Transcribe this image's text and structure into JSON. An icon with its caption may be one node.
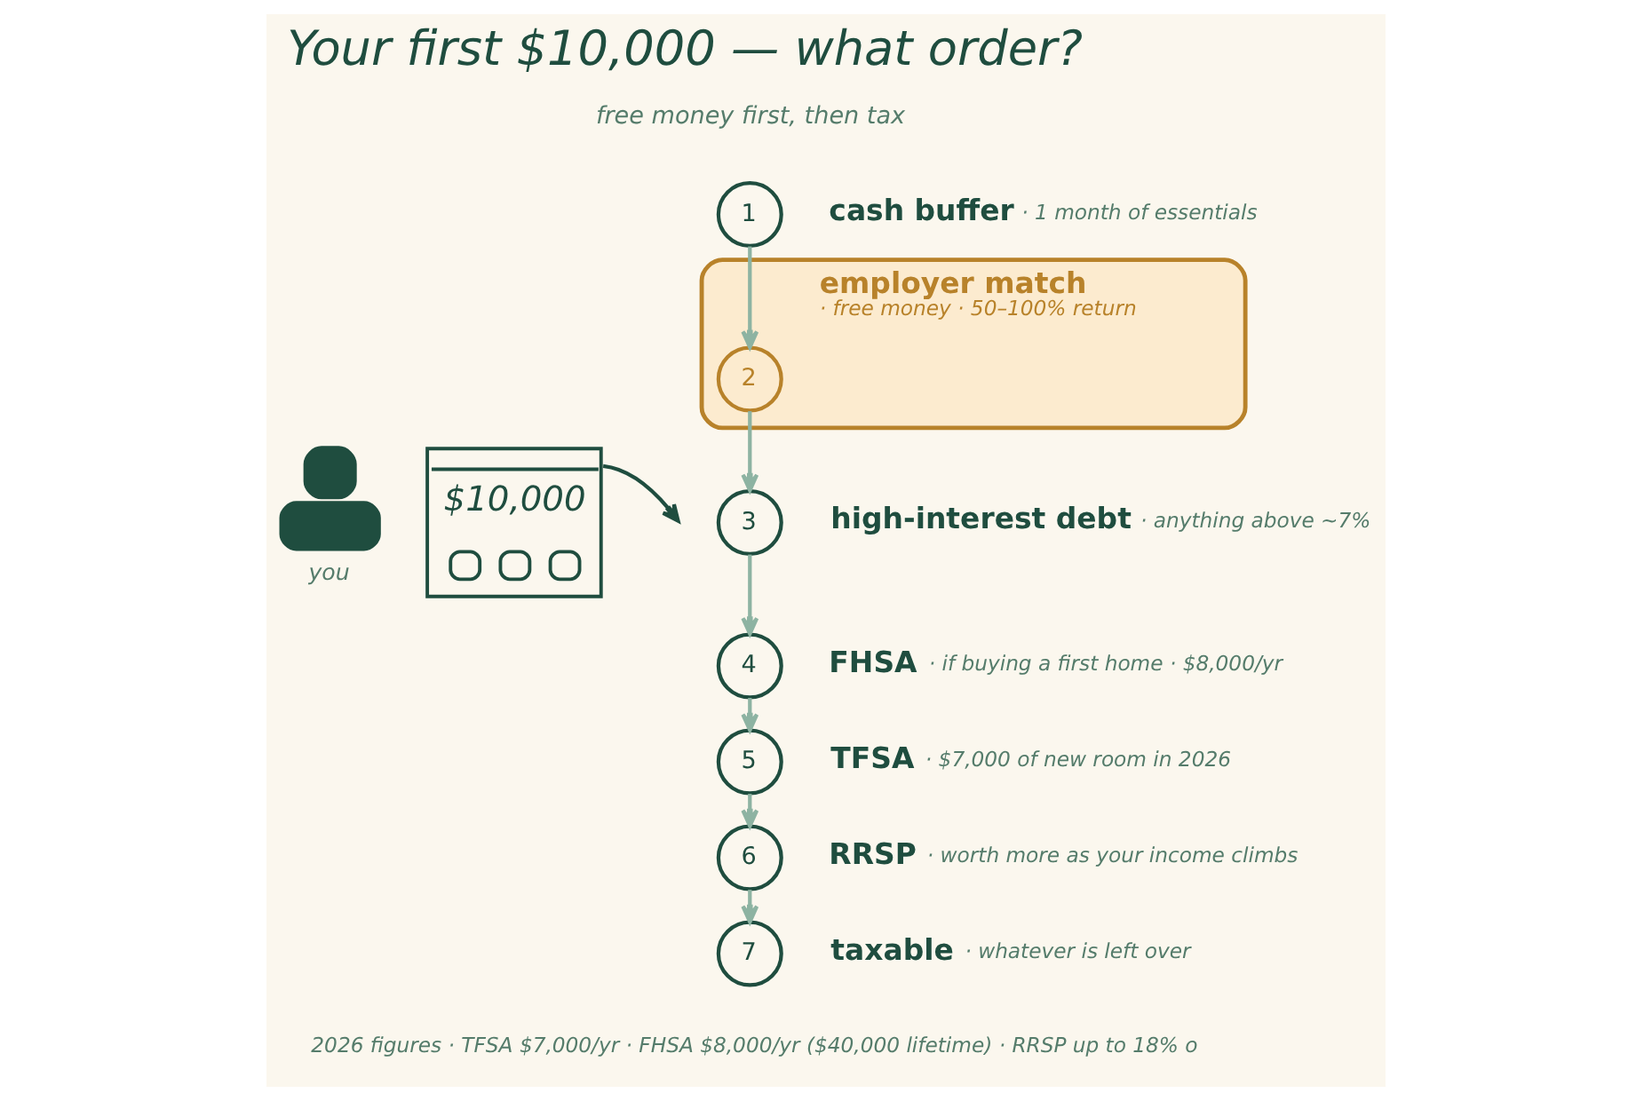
{
  "diagram": {
    "title": "Your first $10,000 — what order?",
    "nodes": [
      {
        "text": [],
        "shape": "person",
        "beside": [
          "you"
        ]
      },
      {
        "text": [
          "$10,000"
        ]
      },
      {
        "text": [
          "1"
        ],
        "beside": [
          "cash buffer",
          "· 1 month of essentials"
        ]
      },
      {
        "text": [
          "employer match",
          "· free money · 50–100% return"
        ]
      },
      {
        "text": [
          "2"
        ],
        "in": 3
      },
      {
        "text": [
          "3"
        ],
        "beside": [
          "high-interest debt",
          "· anything above ~7%"
        ]
      },
      {
        "text": [
          "4"
        ],
        "beside": [
          "FHSA",
          "· if buying a first home · $8,000/yr"
        ]
      },
      {
        "text": [
          "5"
        ],
        "beside": [
          "TFSA",
          "· $7,000 of new room in 2026"
        ]
      },
      {
        "text": [
          "6"
        ],
        "beside": [
          "RRSP",
          "· worth more as your income climbs"
        ]
      },
      {
        "text": [
          "7"
        ],
        "beside": [
          "taxable",
          "· whatever is left over"
        ]
      }
    ],
    "edges": [
      {
        "from": 1,
        "to": null,
        "arrow": "to",
        "color": "#1f4d3f"
      },
      {
        "from": 2,
        "to": 4,
        "arrow": "to"
      },
      {
        "from": 4,
        "to": 5,
        "arrow": "to"
      },
      {
        "from": 5,
        "to": 6,
        "arrow": "to"
      },
      {
        "from": 6,
        "to": 7,
        "arrow": "to"
      },
      {
        "from": 7,
        "to": 8,
        "arrow": "to"
      },
      {
        "from": 8,
        "to": 9,
        "arrow": "to"
      }
    ],
    "labels": [
      "free money first, then tax",
      "2026 figures · TFSA $7,000/yr · FHSA $8,000/yr ($40,000 lifetime) · RRSP up to 18% o"
    ]
  }
}
